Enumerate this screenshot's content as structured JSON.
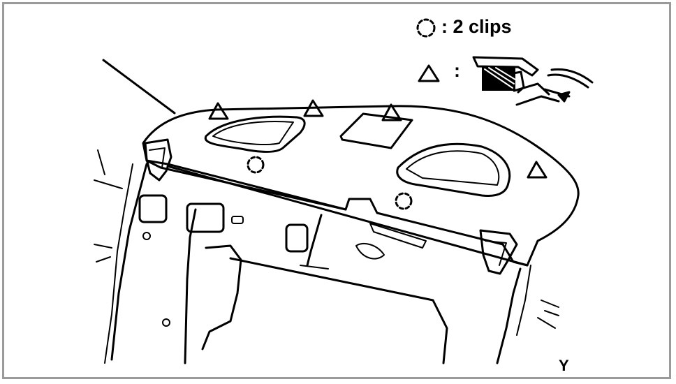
{
  "legend": {
    "clip_text": ": 2 clips",
    "clip_icon": "dashed-circle-icon",
    "claw_separator": ":",
    "claw_icon": "triangle-icon",
    "claw_detail": "claw-release-detail"
  },
  "figure": {
    "id_label": "Y",
    "subject": "package-tray-trim-panel"
  },
  "colors": {
    "ink": "#000000",
    "paper": "#ffffff",
    "frame": "#9a9a9a"
  }
}
